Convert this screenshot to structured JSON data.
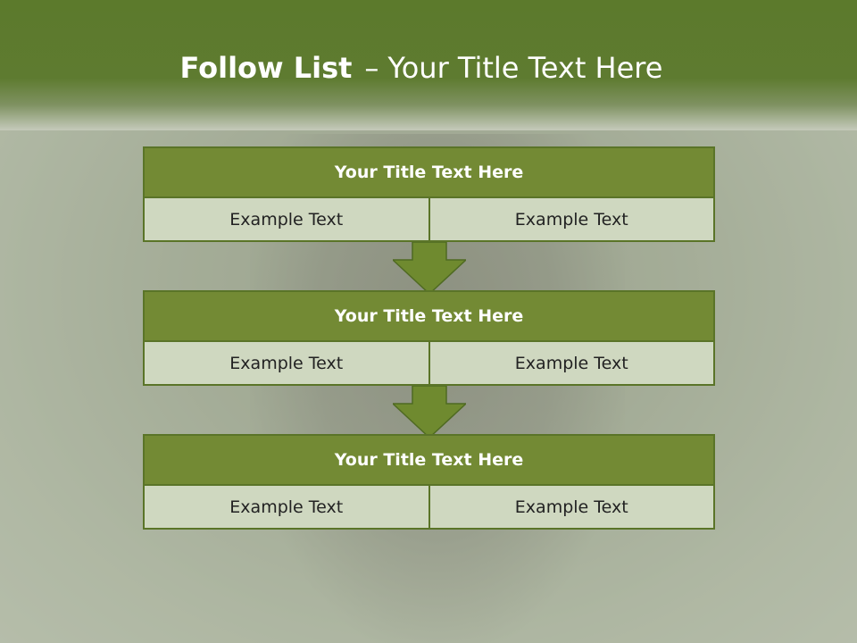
{
  "header": {
    "title_bold": "Follow List",
    "title_separator": "–",
    "title_rest": "Your Title Text Here"
  },
  "blocks": [
    {
      "title": "Your Title Text Here",
      "cells": [
        "Example Text",
        "Example Text"
      ]
    },
    {
      "title": "Your Title Text Here",
      "cells": [
        "Example Text",
        "Example Text"
      ]
    },
    {
      "title": "Your Title Text Here",
      "cells": [
        "Example Text",
        "Example Text"
      ]
    }
  ],
  "colors": {
    "header_green": "#5e7b30",
    "block_title_green": "#738a34",
    "cell_fill": "#cfd8c0",
    "border": "#5a7428",
    "arrow": "#6f8a2f"
  }
}
